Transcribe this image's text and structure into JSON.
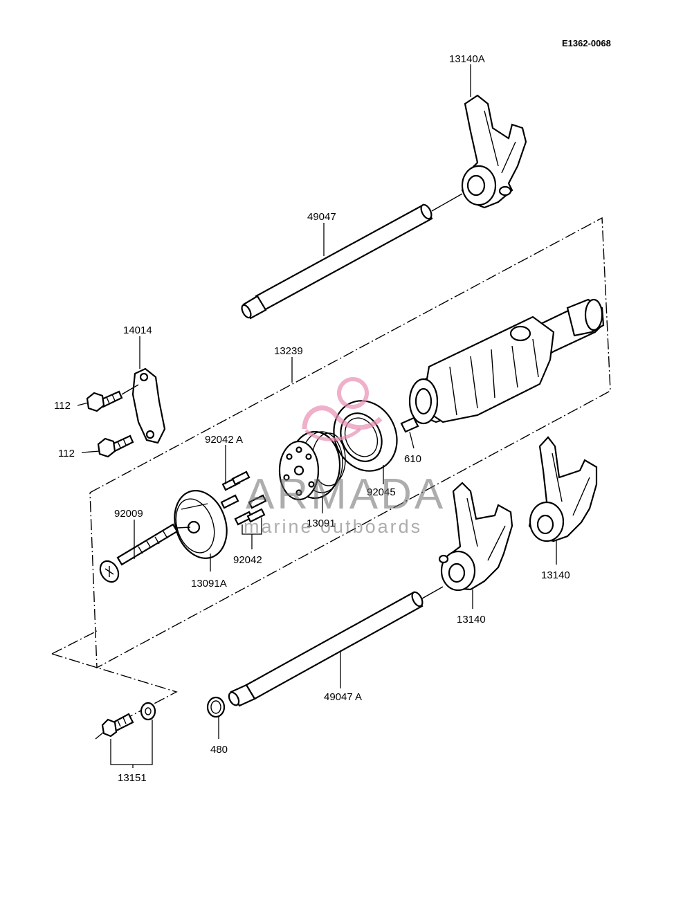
{
  "diagram_ref": "E1362-0068",
  "watermark": {
    "brand": "ARMADA",
    "tagline": "marine outboards",
    "brand_color": "#e88fb4"
  },
  "labels": {
    "fork_13140A": "13140A",
    "shaft_49047": "49047",
    "plate_14014": "14014",
    "drum_13239": "13239",
    "bolt_112_a": "112",
    "bolt_112_b": "112",
    "pin_92042A": "92042 A",
    "screw_92009": "92009",
    "ring_13091A": "13091A",
    "pin_92042": "92042",
    "holder_13091": "13091",
    "bearing_92045": "92045",
    "pin_610": "610",
    "fork_13140_left": "13140",
    "fork_13140_right": "13140",
    "shaft_49047A": "49047 A",
    "circlip_480": "480",
    "switch_13151": "13151"
  }
}
